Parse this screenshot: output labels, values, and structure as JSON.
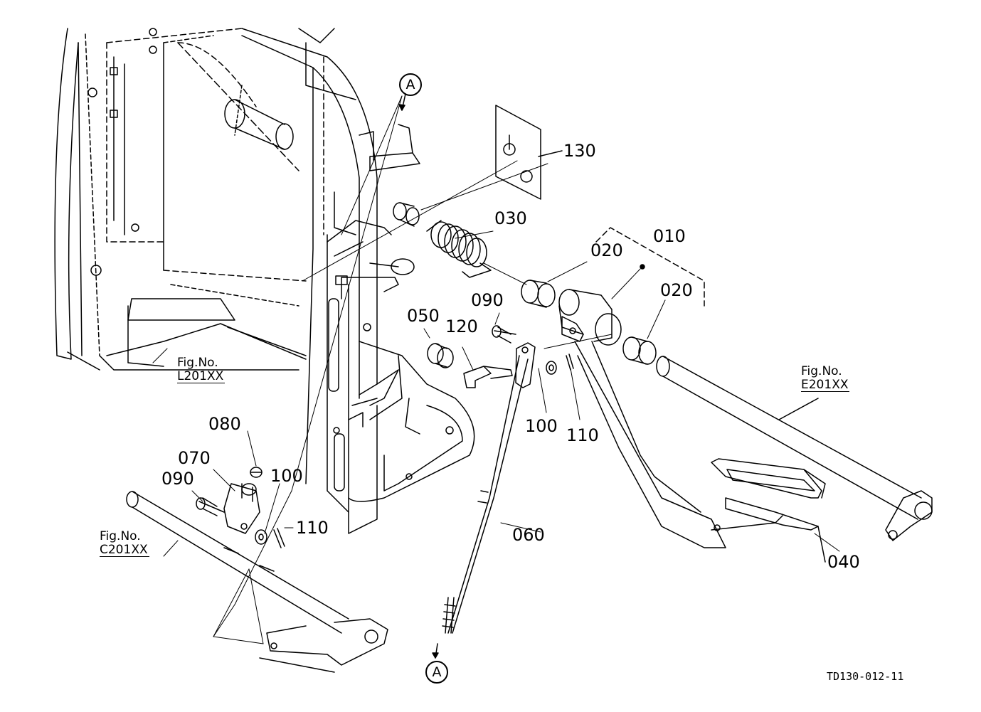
{
  "part_labels": {
    "p130": "130",
    "p030": "030",
    "p010": "010",
    "p020a": "020",
    "p020b": "020",
    "p090a": "090",
    "p050": "050",
    "p120": "120",
    "p100a": "100",
    "p110a": "110",
    "p080": "080",
    "p070": "070",
    "p090b": "090",
    "p100b": "100",
    "p110b": "110",
    "p060": "060",
    "p040": "040"
  },
  "figure_refs": {
    "l201": {
      "prefix": "Fig.No.",
      "code": "L201XX"
    },
    "e201": {
      "prefix": "Fig.No.",
      "code": "E201XX"
    },
    "c201": {
      "prefix": "Fig.No.",
      "code": "C201XX"
    }
  },
  "connection_marks": {
    "top": "A",
    "bottom": "A"
  },
  "drawing_code": "TD130-012-11"
}
